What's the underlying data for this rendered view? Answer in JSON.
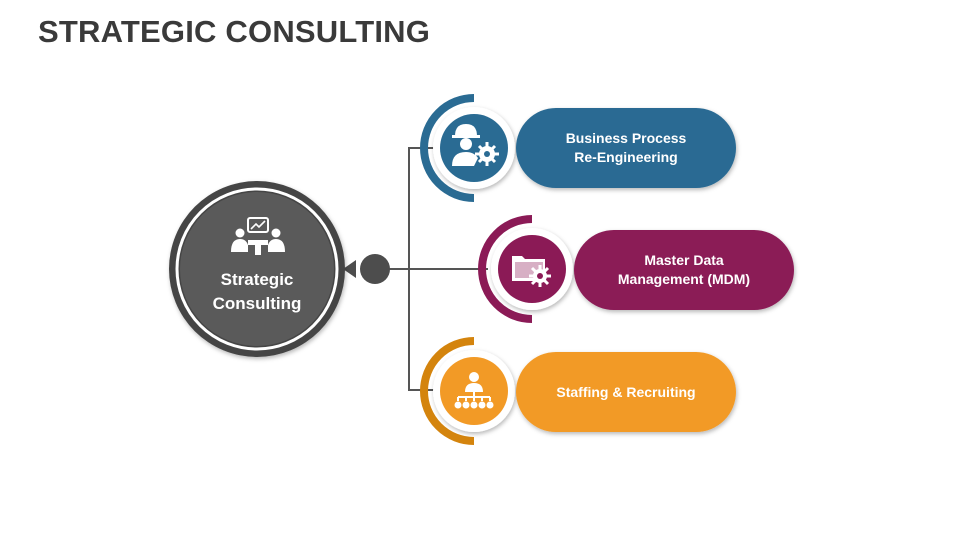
{
  "page": {
    "title": "STRATEGIC CONSULTING"
  },
  "hub": {
    "line1": "Strategic",
    "line2": "Consulting",
    "icon": "meeting-icon",
    "color": "#555555"
  },
  "items": [
    {
      "line1": "Business Process",
      "line2": "Re-Engineering",
      "icon": "engineer-gear-icon",
      "color": "#2a6b93"
    },
    {
      "line1": "Master Data",
      "line2": "Management (MDM)",
      "icon": "folder-gear-icon",
      "color": "#8b1a56"
    },
    {
      "line1": "Staffing & Recruiting",
      "line2": "",
      "icon": "org-chart-icon",
      "color": "#f29a26"
    }
  ]
}
